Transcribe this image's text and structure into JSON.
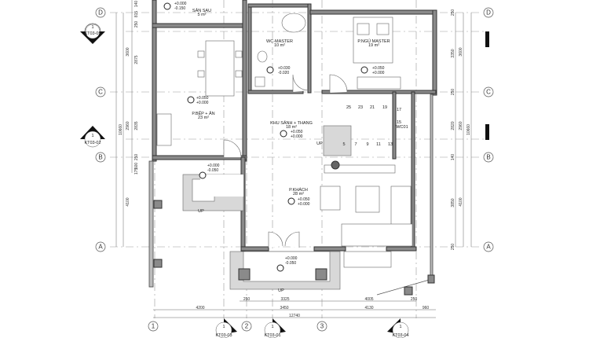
{
  "rooms": {
    "san_sau": {
      "name": "SÂN SAU",
      "area": "5 m²",
      "level_top": "+0.000",
      "level_bottom": "-0.150"
    },
    "wc_master": {
      "name": "WC-MASTER",
      "area": "10 m²",
      "level_top": "+0.030",
      "level_bottom": "-0.020"
    },
    "ngu_master": {
      "name": "P.NGỦ MASTER",
      "area": "19 m²",
      "level_top": "+0.050",
      "level_bottom": "+0.000"
    },
    "bep_an": {
      "name": "P.BẾP + ĂN",
      "area": "23 m²",
      "level_top": "+0.050",
      "level_bottom": "+0.000"
    },
    "khu_sanh": {
      "name": "KHU SẢNH + THANG",
      "area": "18 m²",
      "level_top": "+0.050",
      "level_bottom": "+0.000"
    },
    "wc": {
      "name": "WC01",
      "area": ""
    },
    "khach": {
      "name": "P.KHÁCH",
      "area": "28 m²",
      "level_top": "+0.050",
      "level_bottom": "+0.000"
    },
    "terrace": {
      "level_top": "+0.000",
      "level_bottom": "-0.050",
      "up": "UP"
    },
    "porch": {
      "level_top": "+0.000",
      "level_bottom": "-0.050",
      "up": "UP"
    },
    "stair_up": "UP"
  },
  "stair_numbers": [
    "25",
    "23",
    "21",
    "19",
    "17",
    "15",
    "5",
    "7",
    "9",
    "11",
    "13"
  ],
  "grid_rows": [
    "D",
    "C",
    "B",
    "A"
  ],
  "grid_cols": [
    "1",
    "2",
    "3"
  ],
  "grid_cols_left": "1",
  "sections": {
    "left_top": {
      "num": "1",
      "ref": "KT03-05"
    },
    "left_mid": {
      "num": "1",
      "ref": "KT03-02"
    },
    "bottom_1": {
      "num": "1",
      "ref": "KT03-03"
    },
    "bottom_2": {
      "num": "1",
      "ref": "KT03-01"
    },
    "bottom_3": {
      "num": "1",
      "ref": "KT03-04"
    }
  },
  "dims_bottom": {
    "row1": [
      "250",
      "3325",
      "4005",
      "250"
    ],
    "row2": [
      "4200",
      "3450",
      "4130",
      "960"
    ],
    "total": "12740"
  },
  "dims_left": {
    "inner": [
      "140",
      "815",
      "250",
      "2875",
      "2835",
      "250",
      "500",
      "175"
    ],
    "mid": [
      "3600",
      "2960",
      "4100"
    ],
    "total": "10660"
  },
  "dims_right": {
    "inner": [
      "250",
      "3350",
      "250",
      "2820",
      "140",
      "3850",
      "250"
    ],
    "mid": [
      "3600",
      "2960",
      "4100"
    ],
    "total": "10660"
  }
}
